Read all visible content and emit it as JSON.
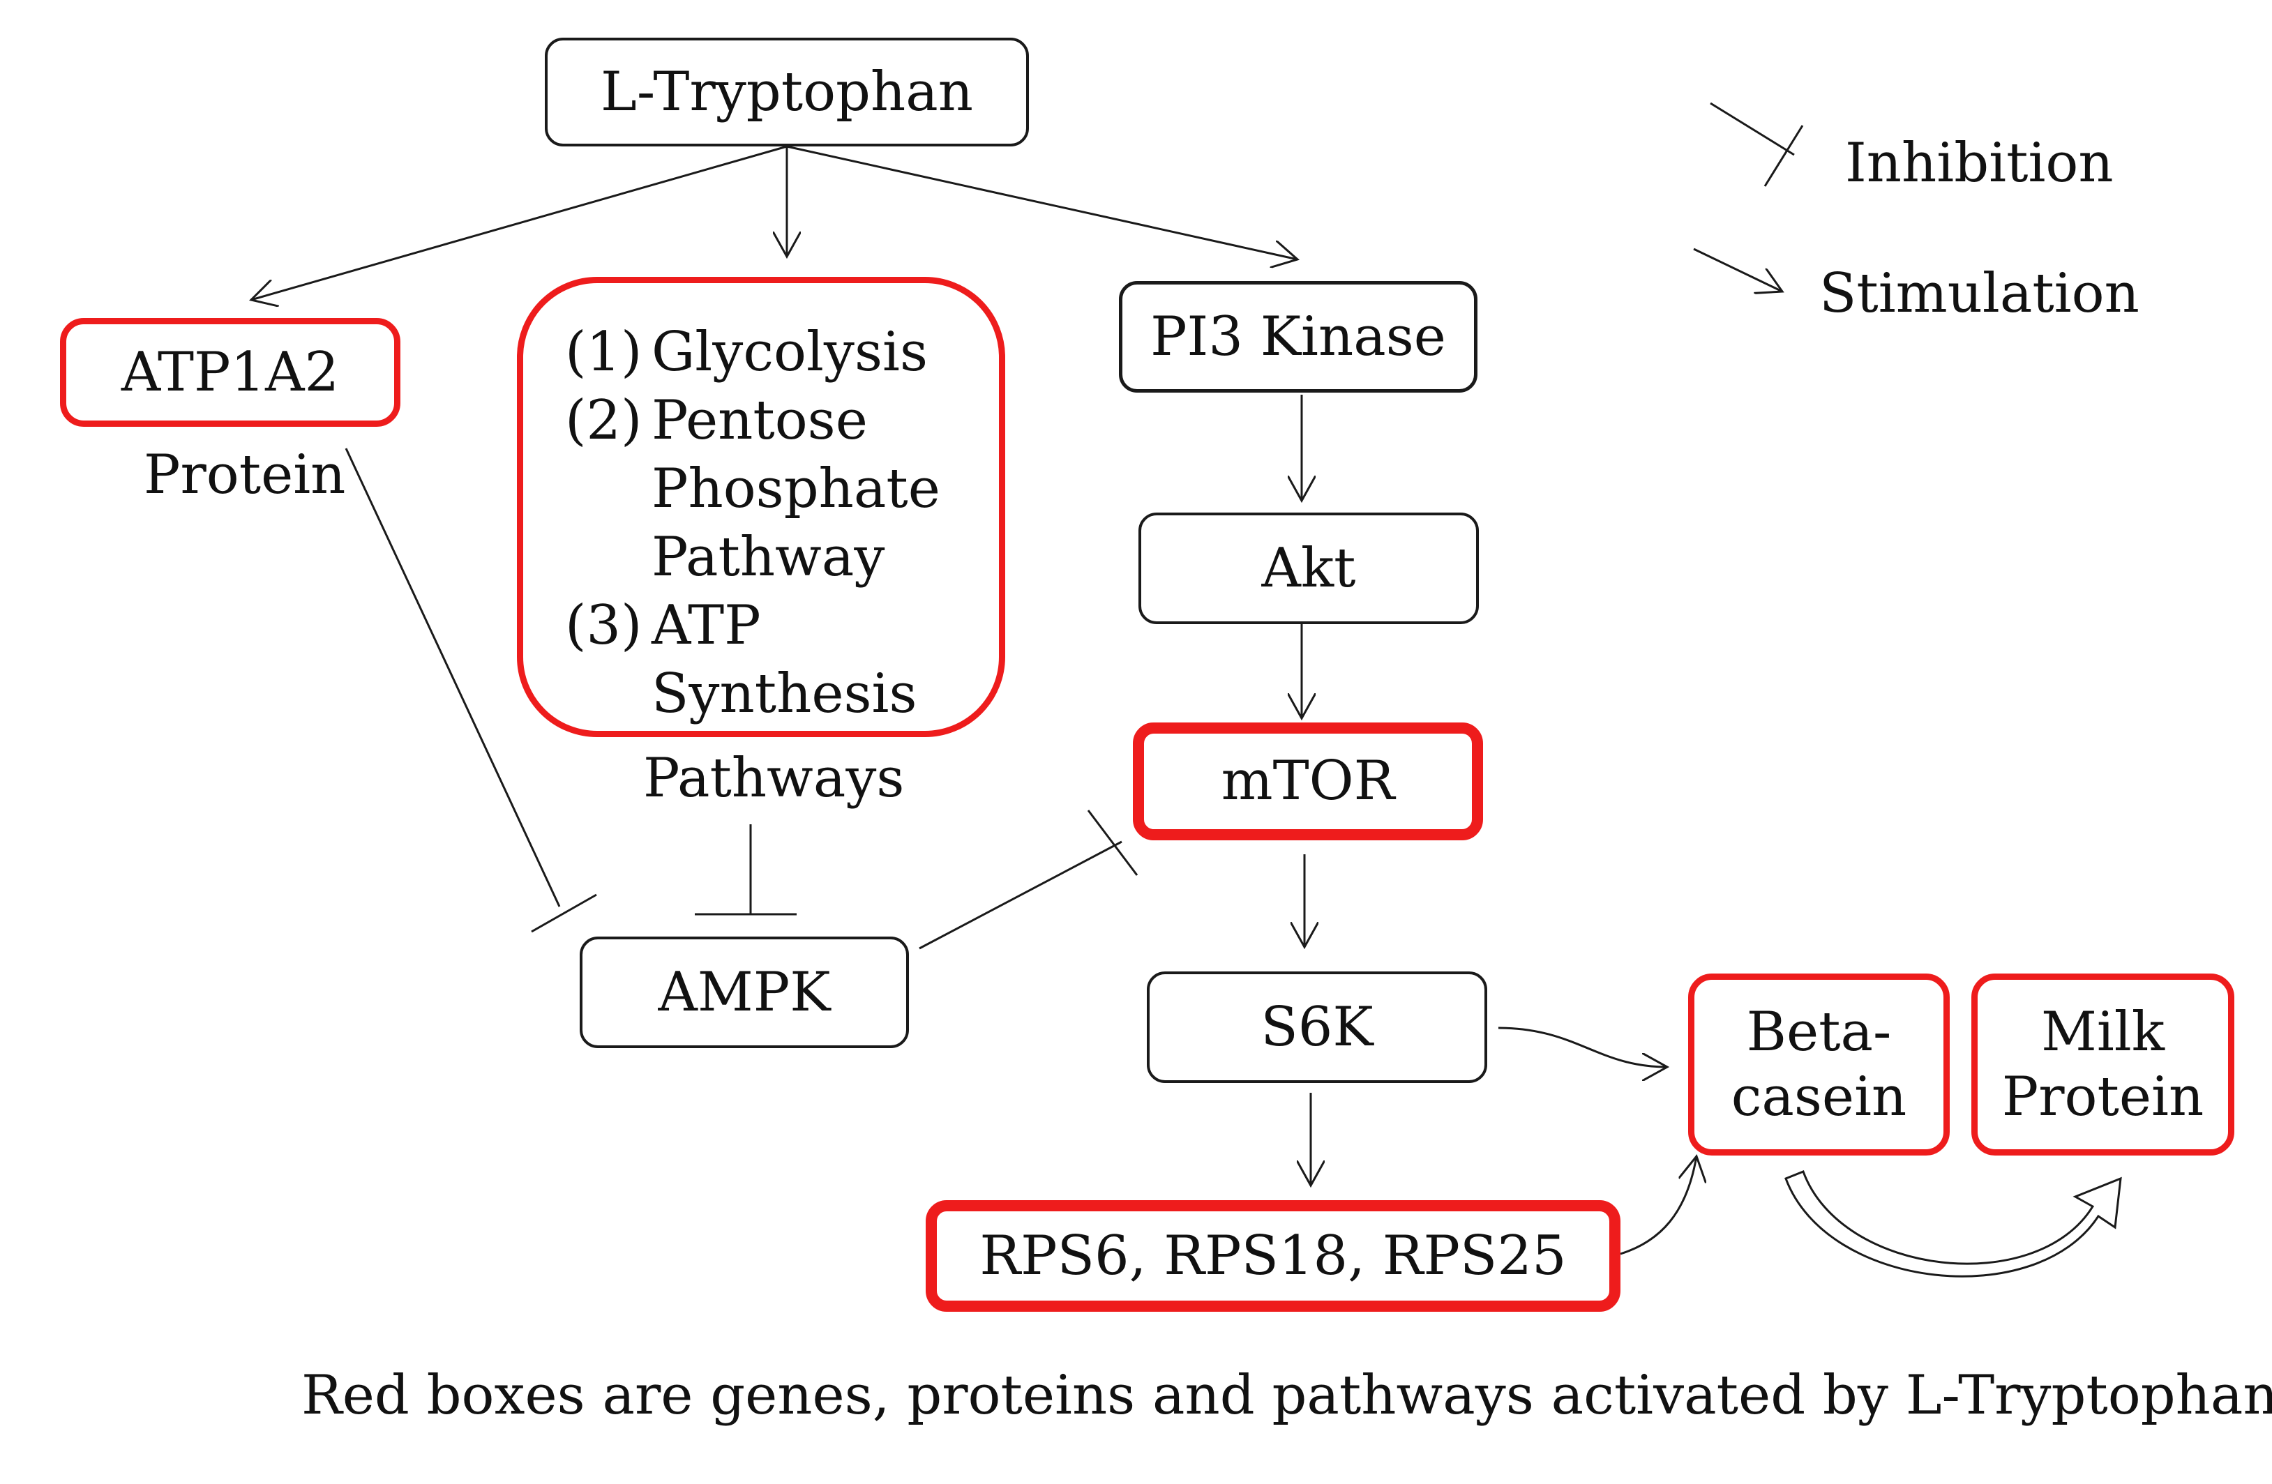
{
  "nodes": {
    "tryptophan": "L-Tryptophan",
    "atp1a2": "ATP1A2",
    "atp1a2_sub": "Protein",
    "pi3k": "PI3 Kinase",
    "akt": "Akt",
    "mtor": "mTOR",
    "ampk": "AMPK",
    "s6k": "S6K",
    "rps": "RPS6, RPS18, RPS25",
    "beta_casein": [
      "Beta-",
      "casein"
    ],
    "milk_protein": [
      "Milk",
      "Protein"
    ]
  },
  "pathways": {
    "items": [
      {
        "number": "(1)",
        "lines": [
          "Glycolysis"
        ]
      },
      {
        "number": "(2)",
        "lines": [
          "Pentose",
          "Phosphate",
          "Pathway"
        ]
      },
      {
        "number": "(3)",
        "lines": [
          "ATP",
          "Synthesis"
        ]
      }
    ],
    "caption": "Pathways"
  },
  "legend": {
    "inhibition": "Inhibition",
    "stimulation": "Stimulation"
  },
  "footnote": "Red boxes are genes, proteins and pathways activated by L-Tryptophan",
  "colors": {
    "activated_border": "#ee1c1c",
    "node_border": "#1a1a1a",
    "edge": "#1a1a1a"
  }
}
